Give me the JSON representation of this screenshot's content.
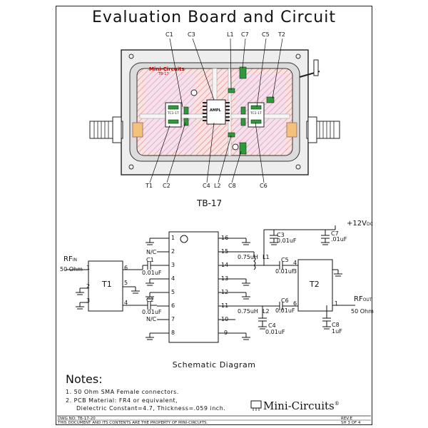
{
  "title": "Evaluation Board and Circuit",
  "board": {
    "caption": "TB-17",
    "silk_brand": "Mini-Circuits",
    "silk_model": "TB-17",
    "chip_label": "AMPL",
    "t1_label": "TC1-1T",
    "t2_label": "TC1-1T",
    "callouts_top": [
      "C1",
      "C3",
      "L1",
      "C7",
      "C5",
      "T2"
    ],
    "callouts_bottom": [
      "T1",
      "C2",
      "C4",
      "L2",
      "C8",
      "C6"
    ]
  },
  "schematic": {
    "title": "Schematic Diagram",
    "supply": "+12V",
    "supply_sub": "DC",
    "rf_in": "RF",
    "rf_in_sub": "IN",
    "rf_in_ohm": "50 Ohm",
    "rf_out": "RF",
    "rf_out_sub": "OUT",
    "rf_out_ohm": "50 Ohm",
    "t1": "T1",
    "t2": "T2",
    "nc1": "N/C",
    "nc2": "N/C",
    "pins_left": [
      "1",
      "2",
      "3",
      "4",
      "5",
      "6",
      "7",
      "8"
    ],
    "pins_right": [
      "16",
      "15",
      "14",
      "13",
      "12",
      "11",
      "10",
      "9"
    ],
    "t1_pins": [
      "1",
      "2",
      "3",
      "6",
      "5",
      "4"
    ],
    "t2_pins": [
      "3",
      "4",
      "6",
      "1"
    ],
    "c1": "C1",
    "c1_val": "0.01uF",
    "c2": "C2",
    "c2_val": "0.01uF",
    "c3": "C3",
    "c3_val": "0.01uF",
    "c4": "C4",
    "c4_val": "0.01uF",
    "c5": "C5",
    "c5_val": "0.01uF",
    "c6": "C6",
    "c6_val": "0.01uF",
    "c7": "C7",
    "c7_val": ".01uF",
    "c8": "C8",
    "c8_val": "1uF",
    "l1": "L1",
    "l1_val": "0.75uH",
    "l2": "L2",
    "l2_val": "0.75uH"
  },
  "notes": {
    "heading": "Notes:",
    "items": [
      "1. 50 Ohm SMA Female connectors.",
      "2. PCB Material: FR4 or equivalent,",
      "Dielectric Constant=4.7, Thickness=.059 inch."
    ]
  },
  "brand": "Mini-Circuits",
  "footer": {
    "dwg": "DWG NO: TB-17-20",
    "property": "THIS DOCUMENT AND ITS CONTENTS ARE THE PROPERTY OF MINI-CIRCUITS.",
    "rev": "REV:E",
    "sheet": "SH 3 OF 4"
  }
}
